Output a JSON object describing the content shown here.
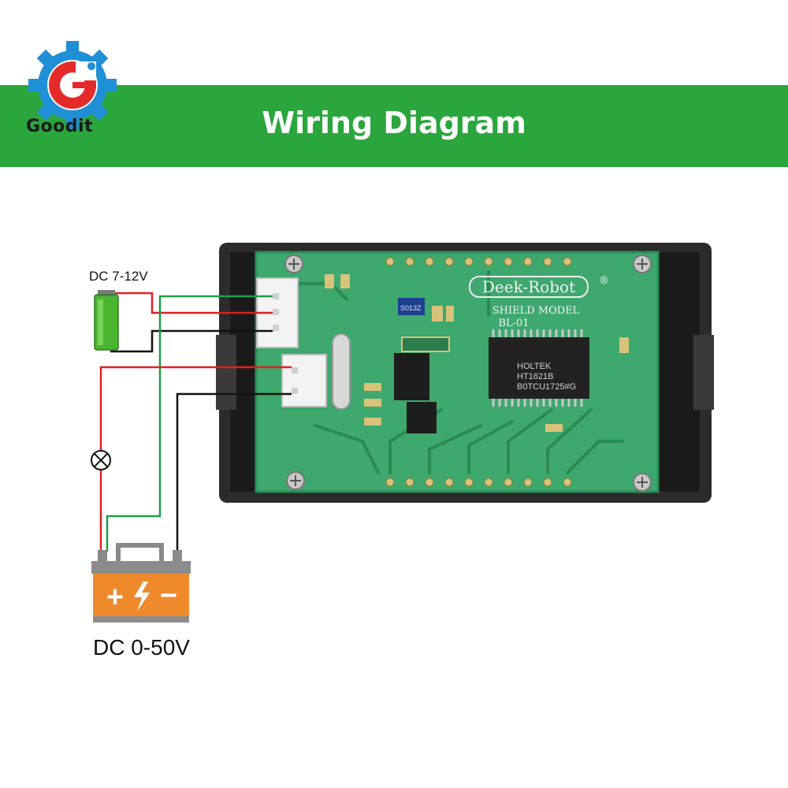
{
  "banner": {
    "title": "Wiring Diagram"
  },
  "brand": {
    "name": "Goodit",
    "colors": {
      "red": "#e52a2a",
      "blue": "#1f8fd6",
      "green": "#2aa63c"
    }
  },
  "labels": {
    "power_supply": "DC 7-12V",
    "measured": "DC 0-50V"
  },
  "board": {
    "maker": "Deek-Robot",
    "registered": "®",
    "model_line1": "SHIELD MODEL",
    "model_line2": "BL-01",
    "chip_line1": "HOLTEK",
    "chip_line2": "HT1621B",
    "chip_line3": "B0TCU1725#G",
    "small_chip": "S013Z"
  },
  "battery_symbols": {
    "plus": "+",
    "minus": "−"
  },
  "icons": [
    "gear-logo-icon",
    "small-battery-icon",
    "lamp-icon",
    "car-battery-icon",
    "lightning-icon"
  ]
}
